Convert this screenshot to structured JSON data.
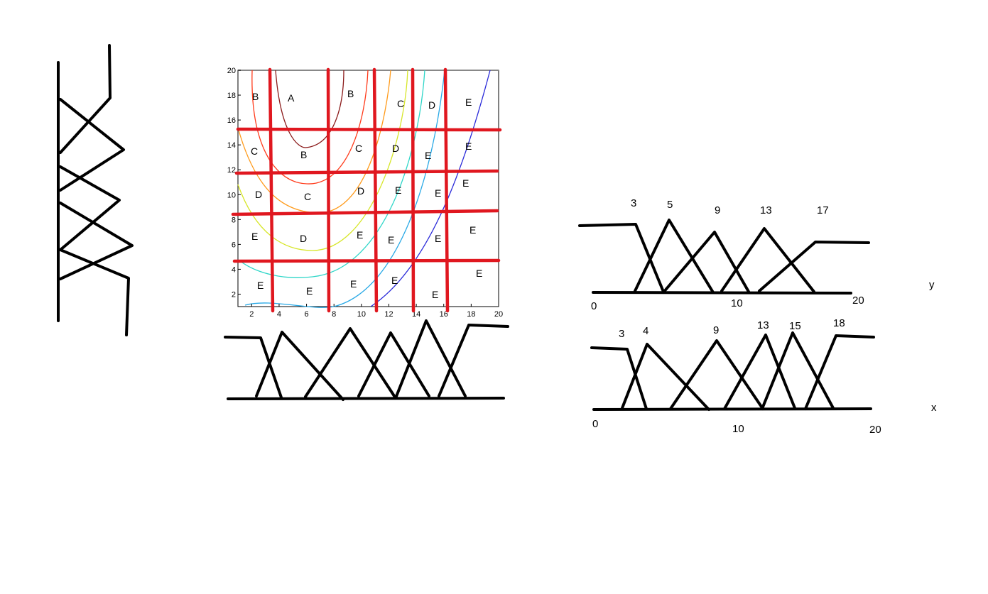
{
  "contour_plot": {
    "x_ticks": [
      "2",
      "4",
      "6",
      "8",
      "10",
      "12",
      "14",
      "16",
      "18",
      "20"
    ],
    "y_ticks": [
      "2",
      "4",
      "6",
      "8",
      "10",
      "12",
      "14",
      "16",
      "18",
      "20"
    ],
    "region_labels": [
      "B",
      "A",
      "B",
      "C",
      "D",
      "E",
      "C",
      "B",
      "C",
      "D",
      "E",
      "E",
      "D",
      "C",
      "D",
      "E",
      "E",
      "E",
      "E",
      "D",
      "E",
      "E",
      "E",
      "E",
      "E",
      "E",
      "E",
      "E",
      "E",
      "E"
    ],
    "colors": {
      "grid_lines": "#e0171f",
      "contours": [
        "#8b1a1a",
        "#ff3a1a",
        "#ff9a1a",
        "#d7e62a",
        "#2ed6c8",
        "#29a9e6",
        "#2a2ad9"
      ]
    }
  },
  "y_membership": {
    "axis_name": "y",
    "axis_labels": [
      "0",
      "10",
      "20"
    ],
    "peak_labels": [
      "3",
      "5",
      "9",
      "13",
      "17"
    ]
  },
  "x_membership": {
    "axis_name": "x",
    "axis_labels": [
      "0",
      "10",
      "20"
    ],
    "peak_labels": [
      "3",
      "4",
      "9",
      "13",
      "15",
      "18"
    ]
  }
}
